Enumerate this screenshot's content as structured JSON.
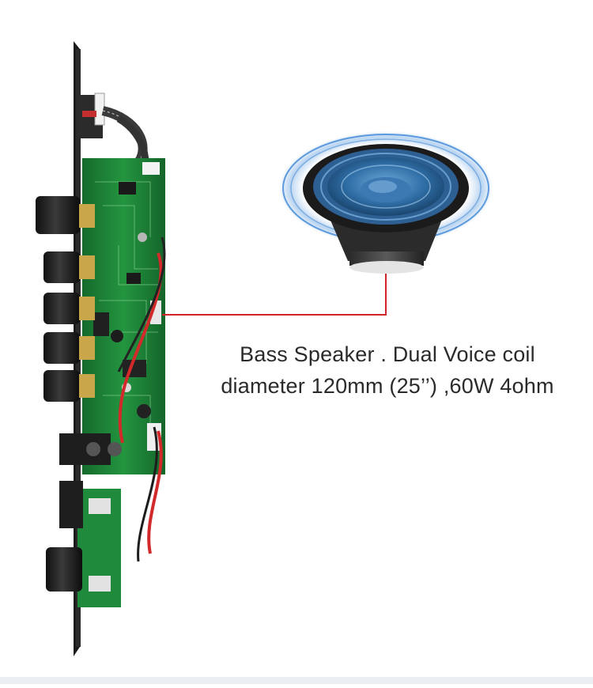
{
  "caption": {
    "line1": "Bass Speaker . Dual Voice coil",
    "line2": "diameter 120mm (25’’) ,60W 4ohm"
  },
  "colors": {
    "callout_line": "#d0232a",
    "pcb_green": "#1f8a3c",
    "speaker_blue": "#2f7fd0",
    "text": "#2a2a2a"
  },
  "icons": {
    "board": "amplifier-board",
    "speaker": "bass-speaker"
  }
}
